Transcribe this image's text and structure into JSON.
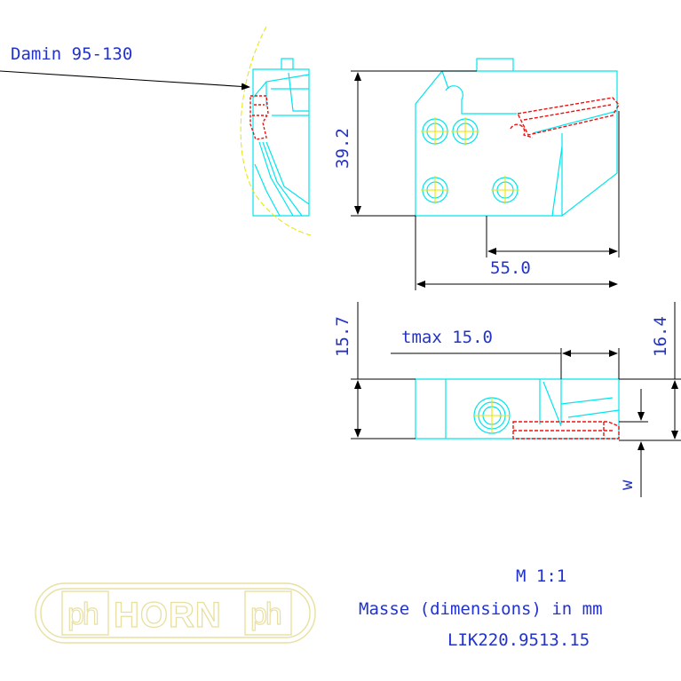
{
  "colors": {
    "part": "#00e5ee",
    "insert": "#ee1111",
    "dimension": "#000000",
    "text": "#2233cc",
    "marks": "#e6e600",
    "logo": "#e8e0a0"
  },
  "labels": {
    "damin": "Damin 95-130",
    "dim_height": "39.2",
    "dim_55": "55.0",
    "dim_15_7": "15.7",
    "tmax": "tmax 15.0",
    "dim_16_4": "16.4",
    "w": "w"
  },
  "title_block": {
    "scale": "M 1:1",
    "units": "Masse (dimensions) in mm",
    "part_no": "LIK220.9513.15"
  },
  "logo": {
    "text": "HORN",
    "mark": "ph"
  }
}
